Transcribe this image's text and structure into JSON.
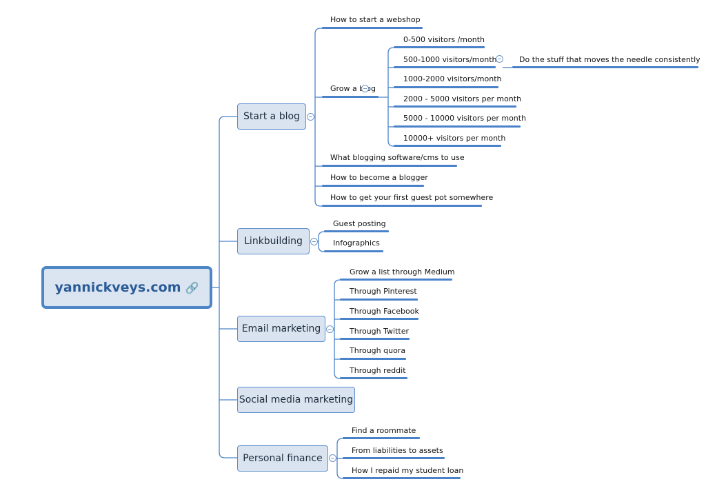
{
  "root": {
    "title": "yannickveys.com",
    "link_icon": "🔗",
    "icon_name": "link-icon"
  },
  "colors": {
    "accent": "#4f86c6",
    "node_fill": "#dae4f1",
    "line": "#4a82c9"
  },
  "topics": {
    "start_blog": "Start a blog",
    "linkbuilding": "Linkbuilding",
    "email_marketing": "Email marketing",
    "social_media": "Social media marketing",
    "personal_finance": "Personal finance"
  },
  "start_blog": {
    "webshop": "How to start a webshop",
    "grow_blog": "Grow a blog",
    "software": "What blogging software/cms to use",
    "become_blogger": "How to become a blogger",
    "guest_pot": "How to get your first guest pot somewhere",
    "grow_items": [
      "0-500 visitors /month",
      "500-1000 visitors/month",
      "1000-2000 visitors/month",
      "2000 - 5000 visitors per month",
      "5000 - 10000 visitors per month",
      "10000+ visitors per month"
    ],
    "needle": "Do the stuff that moves the needle consistently"
  },
  "linkbuilding": [
    "Guest posting",
    "Infographics"
  ],
  "email_marketing": [
    "Grow a list through Medium",
    "Through Pinterest",
    "Through Facebook",
    "Through Twitter",
    "Through quora",
    "Through reddit"
  ],
  "personal_finance": [
    "Find a roommate",
    "From liabilities to assets",
    "How I repaid my student loan"
  ]
}
